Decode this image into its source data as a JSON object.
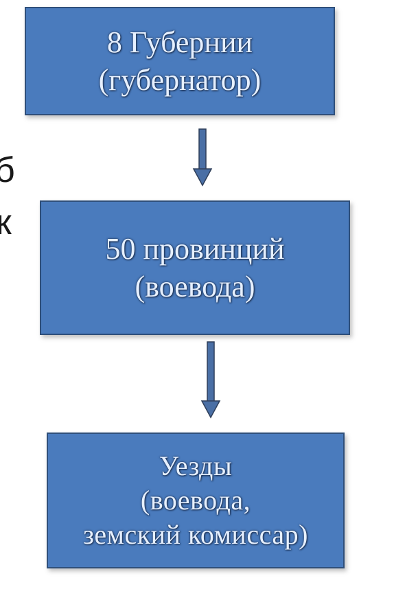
{
  "diagram": {
    "boxes": [
      {
        "line1": "8 Губернии",
        "line2": "(губернатор)"
      },
      {
        "line1": "50 провинций",
        "line2": "(воевода)"
      },
      {
        "line1": "Уезды",
        "line2": "(воевода,",
        "line3": "земский комиссар)"
      }
    ],
    "side_text": [
      "б",
      "к"
    ],
    "colors": {
      "box_fill": "#4a7bbd",
      "box_border": "#2f4f7a",
      "text": "#e6f0ff",
      "arrow": "#4a6fa5"
    }
  }
}
